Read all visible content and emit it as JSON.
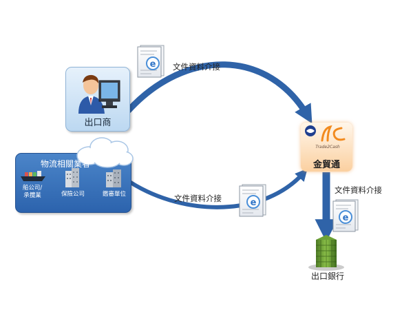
{
  "nodes": {
    "exporter": {
      "label": "出口商"
    },
    "logistics": {
      "title": "物流相關業者",
      "members": [
        {
          "label": "船公司/\n承攬業",
          "icon": "cargo-ship-icon"
        },
        {
          "label": "保險公司",
          "icon": "building-icon"
        },
        {
          "label": "鑑審單位",
          "icon": "building-icon"
        }
      ]
    },
    "trade2cash": {
      "name": "金貿通",
      "brand": "Trade2Cash",
      "icon": "trade2cash-logo-icon"
    },
    "bank": {
      "label": "出口銀行",
      "icon": "bank-building-icon"
    }
  },
  "flows": [
    {
      "from": "出口商",
      "to": "金貿通",
      "label": "文件資料介接"
    },
    {
      "from": "物流相關業者",
      "to": "金貿通",
      "label": "文件資料介接"
    },
    {
      "from": "金貿通",
      "to": "出口銀行",
      "label": "文件資料介接"
    }
  ],
  "colors": {
    "arrow": "#2f63a8",
    "logistics_box": "#2c63ad",
    "exporter_box": "#cfe3f5",
    "trade2cash_box": "#fbd0a0"
  }
}
